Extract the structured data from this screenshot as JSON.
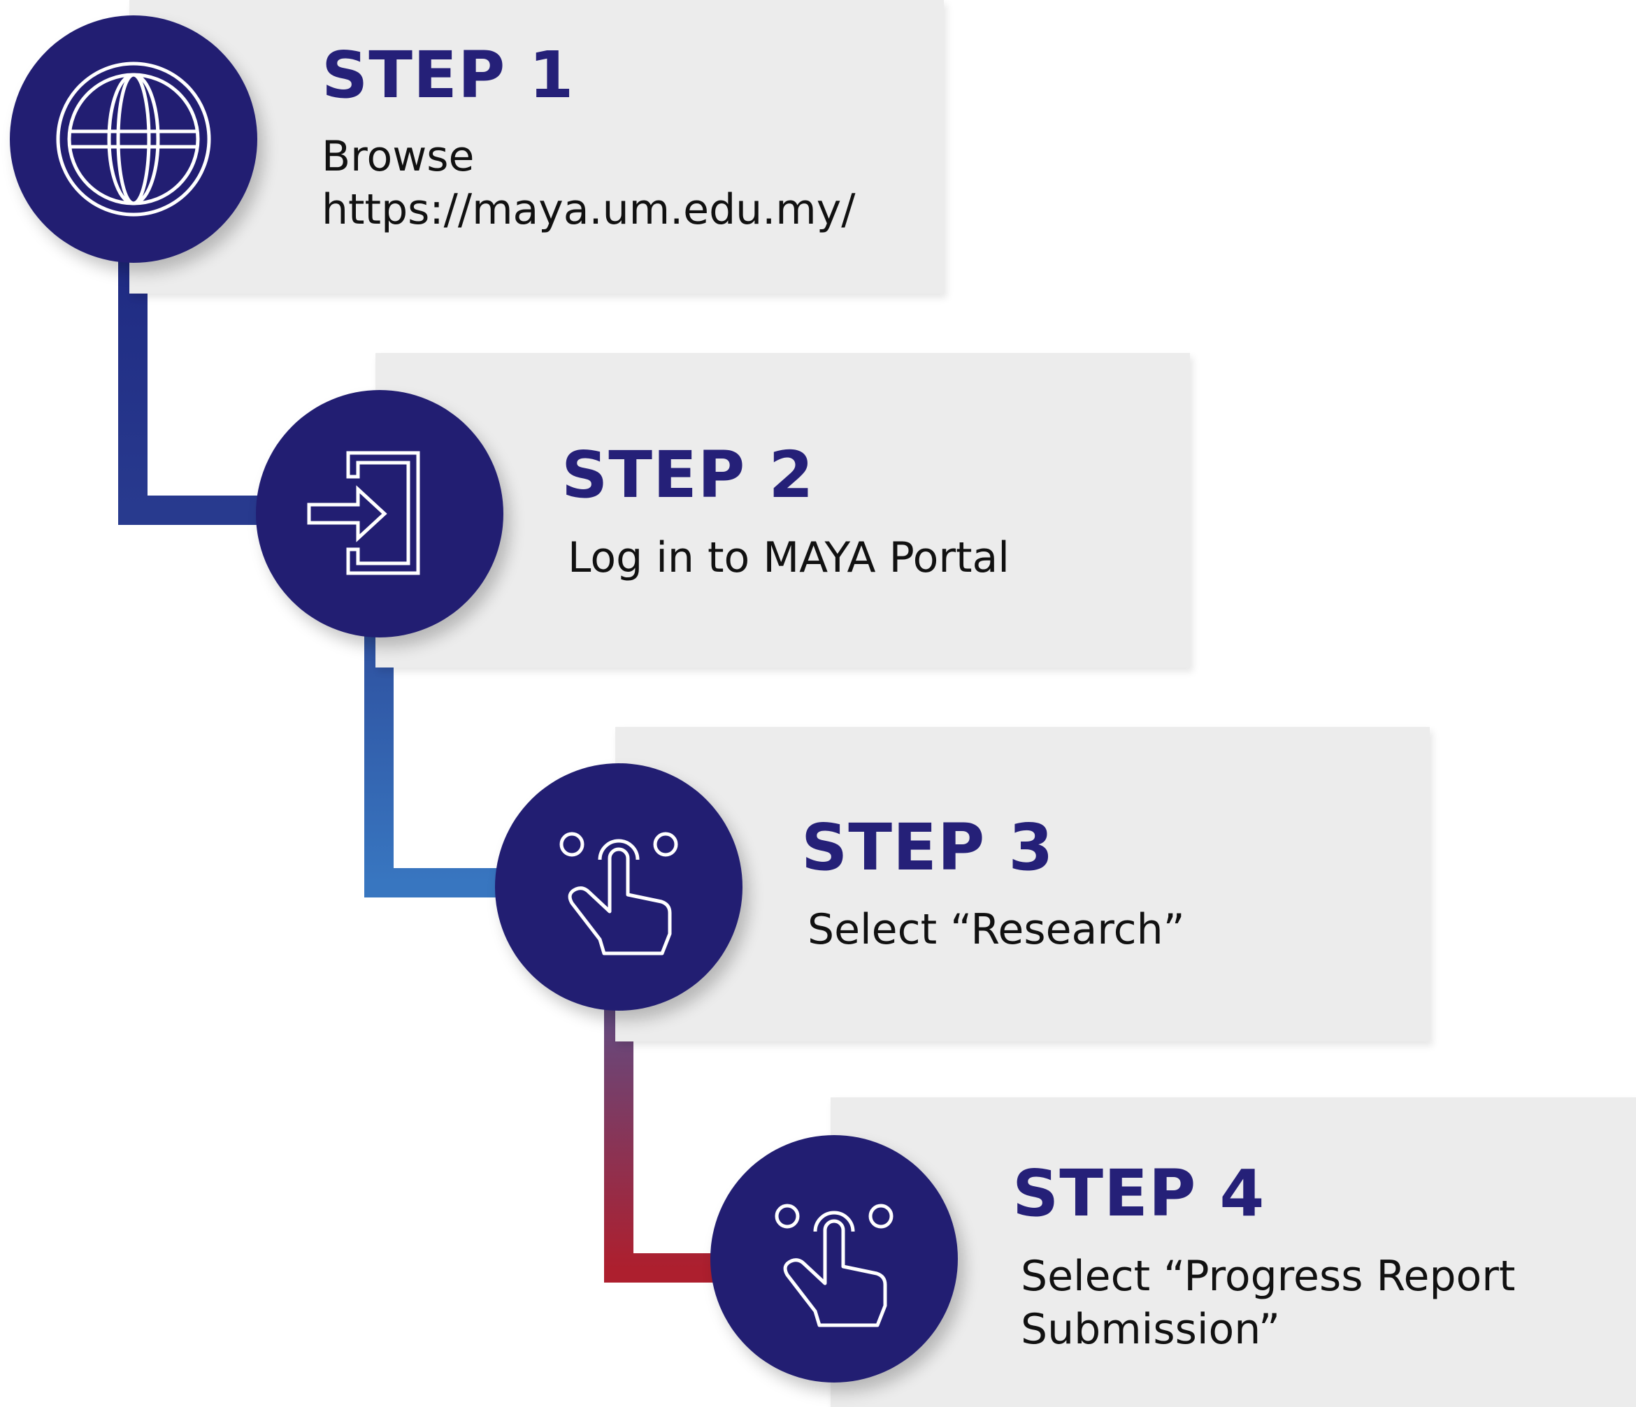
{
  "colors": {
    "circle": "#221e72",
    "title": "#252078",
    "card": "#ececec",
    "connector_start": "#2a2f8a",
    "connector_mid": "#3a7ac4",
    "connector_end": "#b21f2d"
  },
  "steps": [
    {
      "title": "STEP 1",
      "description": [
        "Browse",
        "https://maya.um.edu.my/"
      ],
      "icon": "globe-icon"
    },
    {
      "title": "STEP 2",
      "description": [
        "Log in to MAYA Portal"
      ],
      "icon": "sign-in-icon"
    },
    {
      "title": "STEP 3",
      "description": [
        "Select “Research”"
      ],
      "icon": "tap-icon"
    },
    {
      "title": "STEP 4",
      "description": [
        "Select “Progress Report",
        "Submission”"
      ],
      "icon": "tap-icon"
    }
  ]
}
